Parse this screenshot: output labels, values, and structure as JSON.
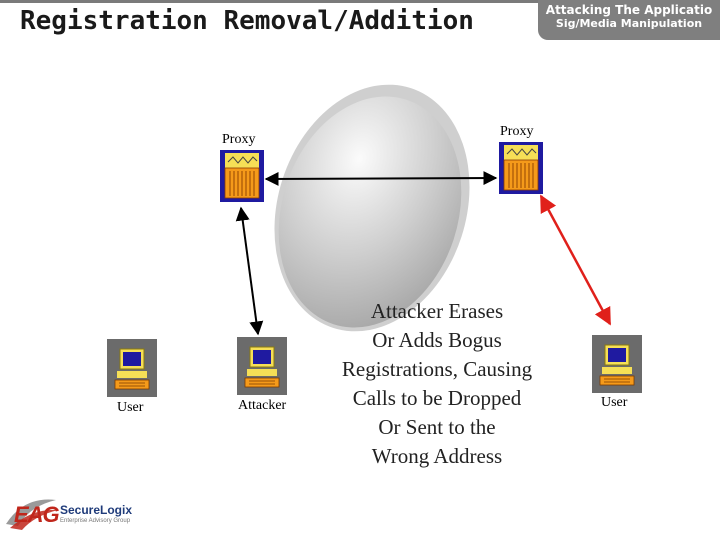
{
  "header": {
    "title": "Registration Removal/Addition",
    "banner_line1": "Attacking The Applicatio",
    "banner_line2": "Sig/Media Manipulation"
  },
  "nodes": {
    "proxy_left": "Proxy",
    "proxy_right": "Proxy",
    "user_left": "User",
    "attacker": "Attacker",
    "user_right": "User"
  },
  "note": {
    "lines": [
      "Attacker Erases",
      "Or Adds Bogus",
      "Registrations, Causing",
      "Calls to be Dropped",
      "Or Sent to the",
      "Wrong Address"
    ]
  },
  "logo": {
    "brand": "EAG",
    "name": "SecureLogix",
    "tagline": "Enterprise Advisory Group"
  },
  "icons": {
    "proxy": "proxy-server-icon",
    "computer": "computer-terminal-icon",
    "network": "network-cloud-icon"
  },
  "colors": {
    "attack_link": "#e0201b",
    "normal_link": "#000000",
    "device_bezel": "#f6df56",
    "device_screen": "#1f1aa0",
    "proxy_body": "#f59a1a"
  }
}
